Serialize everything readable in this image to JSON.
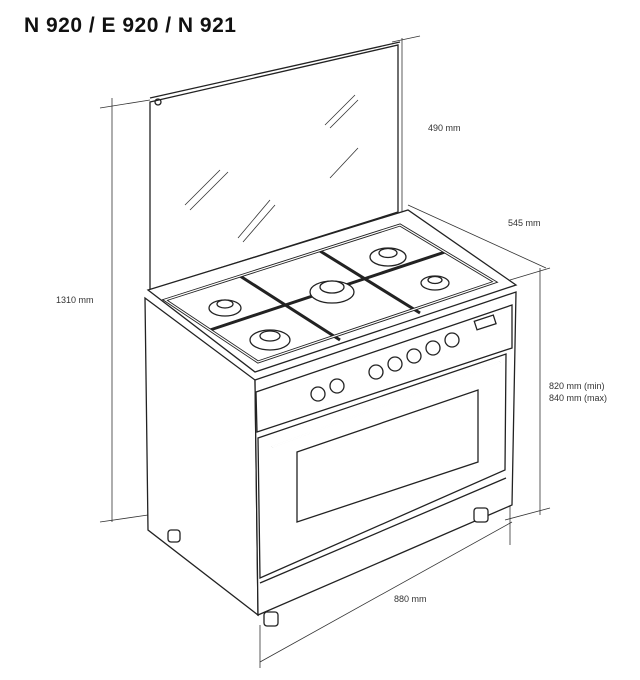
{
  "title": "N 920 / E 920 / N 921",
  "dimensions": {
    "total_height": "1310 mm",
    "lid_height": "490 mm",
    "depth": "545 mm",
    "body_height_min": "820 mm (min)",
    "body_height_max": "840 mm (max)",
    "width": "880 mm"
  }
}
